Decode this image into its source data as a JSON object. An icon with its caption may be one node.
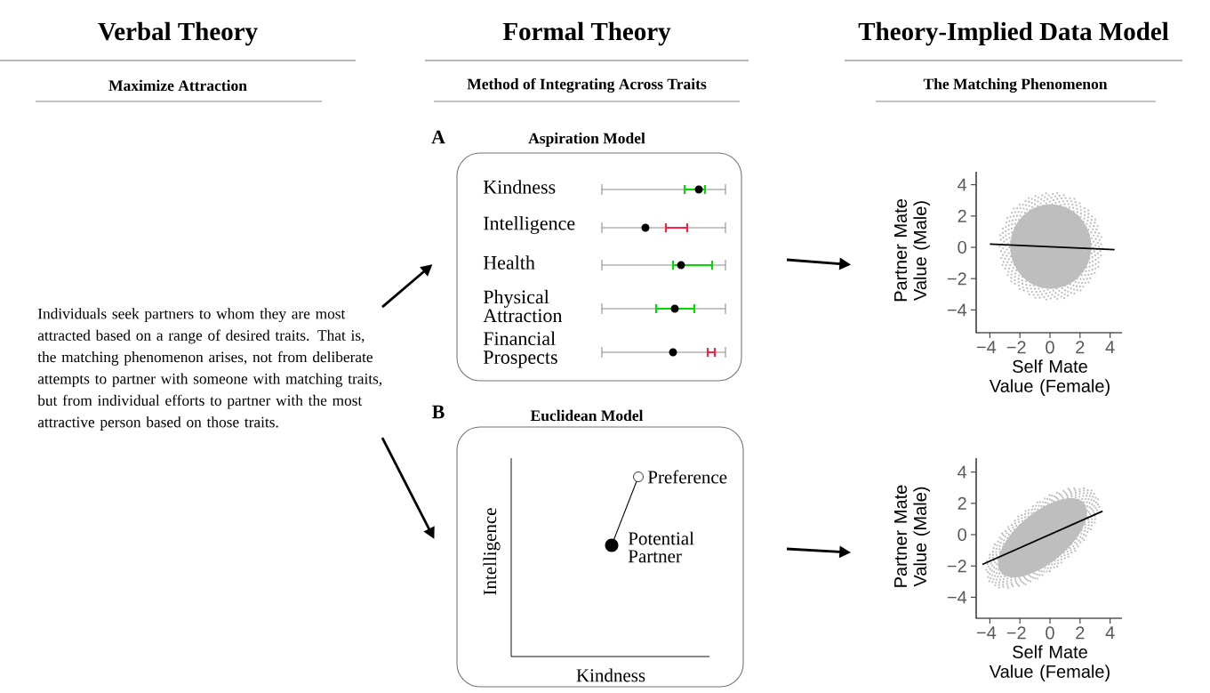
{
  "diagram": {
    "nodes": [
      {
        "text": [
          "Individuals seek partners to whom they are most attracted based on a range of desired traits. That is, the matching phenomenon arises, not from deliberate attempts to partner with someone with matching traits, but from individual efforts to partner with the most attractive person based on those traits."
        ]
      },
      {
        "text": [
          "Aspiration Model",
          "Kindness",
          "Intelligence",
          "Health",
          "Physical Attraction",
          "Financial Prospects"
        ]
      },
      {
        "text": [
          "Euclidean Model",
          "Intelligence",
          "Kindness",
          "Preference",
          "Potential Partner"
        ]
      },
      {
        "text": [
          "Partner Mate Value (Male)",
          "Self Mate Value (Female)"
        ]
      },
      {
        "text": [
          "Partner Mate Value (Male)",
          "Self Mate Value (Female)"
        ]
      }
    ],
    "edges": [
      {
        "from": 0,
        "to": 1,
        "arrow": "to"
      },
      {
        "from": 0,
        "to": 2,
        "arrow": "to"
      },
      {
        "from": 1,
        "to": 3,
        "arrow": "to"
      },
      {
        "from": 2,
        "to": 4,
        "arrow": "to"
      }
    ],
    "labels": [
      "Verbal Theory",
      "Formal Theory",
      "Theory-Implied Data Model",
      "Maximize Attraction",
      "Method of Integrating Across Traits",
      "The Matching Phenomenon",
      "A",
      "B",
      "4",
      "2",
      "0",
      "−2",
      "−4",
      "−4",
      "−2",
      "0",
      "2",
      "4",
      "4",
      "2",
      "0",
      "−2",
      "−4",
      "−4",
      "−2",
      "0",
      "2",
      "4"
    ]
  }
}
